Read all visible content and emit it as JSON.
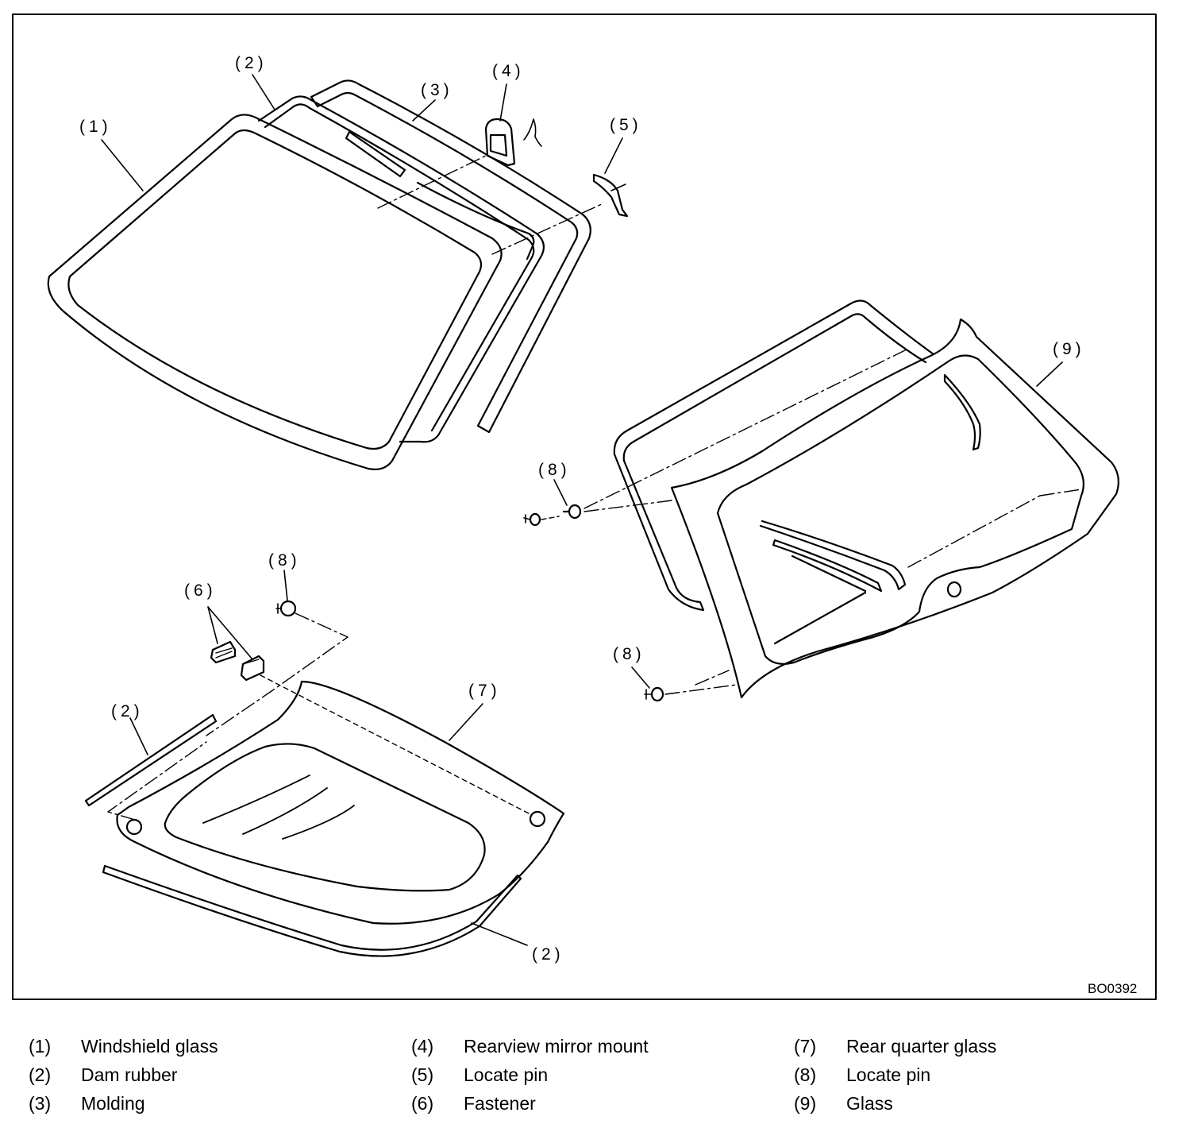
{
  "diagram": {
    "code": "BO0392",
    "callouts": {
      "c1": "(1)",
      "c2a": "(2)",
      "c2b": "(2)",
      "c2c": "(2)",
      "c3": "(3)",
      "c4": "(4)",
      "c5": "(5)",
      "c6": "(6)",
      "c7": "(7)",
      "c8a": "(8)",
      "c8b": "(8)",
      "c8c": "(8)",
      "c9": "(9)"
    }
  },
  "legend": [
    {
      "num": "(1)",
      "label": "Windshield glass"
    },
    {
      "num": "(2)",
      "label": "Dam rubber"
    },
    {
      "num": "(3)",
      "label": "Molding"
    },
    {
      "num": "(4)",
      "label": "Rearview mirror mount"
    },
    {
      "num": "(5)",
      "label": "Locate pin"
    },
    {
      "num": "(6)",
      "label": "Fastener"
    },
    {
      "num": "(7)",
      "label": "Rear quarter glass"
    },
    {
      "num": "(8)",
      "label": "Locate pin"
    },
    {
      "num": "(9)",
      "label": "Glass"
    }
  ]
}
